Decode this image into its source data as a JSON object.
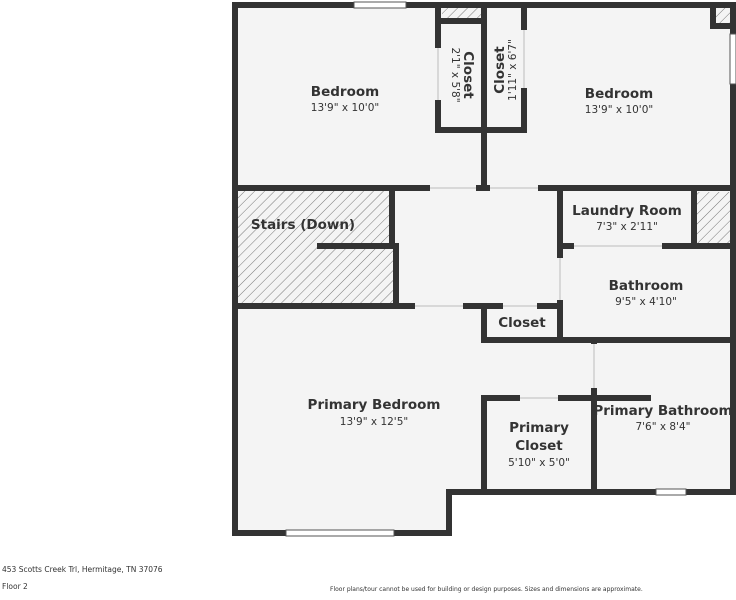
{
  "colors": {
    "wall": "#333333",
    "floor": "#f4f4f4",
    "window": "#ffffff",
    "hatch": "#555555",
    "text": "#333333"
  },
  "rooms": [
    {
      "id": "bedroom-1",
      "name": "Bedroom",
      "dims": "13'9\" x 10'0\""
    },
    {
      "id": "closet-1",
      "name": "Closet",
      "dims": "2'1\" x 5'8\""
    },
    {
      "id": "closet-2",
      "name": "Closet",
      "dims": "1'11\" x 6'7\""
    },
    {
      "id": "bedroom-2",
      "name": "Bedroom",
      "dims": "13'9\" x 10'0\""
    },
    {
      "id": "stairs",
      "name": "Stairs (Down)",
      "dims": ""
    },
    {
      "id": "laundry",
      "name": "Laundry Room",
      "dims": "7'3\" x 2'11\""
    },
    {
      "id": "bathroom",
      "name": "Bathroom",
      "dims": "9'5\" x 4'10\""
    },
    {
      "id": "hall-closet",
      "name": "Closet",
      "dims": ""
    },
    {
      "id": "primary-bedroom",
      "name": "Primary Bedroom",
      "dims": "13'9\" x 12'5\""
    },
    {
      "id": "primary-closet",
      "name": "Primary Closet",
      "name_line1": "Primary",
      "name_line2": "Closet",
      "dims": "5'10\" x 5'0\""
    },
    {
      "id": "primary-bathroom",
      "name": "Primary Bathroom",
      "dims": "7'6\" x 8'4\""
    }
  ],
  "footer": {
    "address": "453 Scotts Creek Trl, Hermitage, TN 37076",
    "floor": "Floor 2",
    "disclaimer": "Floor plans/tour cannot be used for building or design purposes. Sizes and dimensions are approximate."
  }
}
